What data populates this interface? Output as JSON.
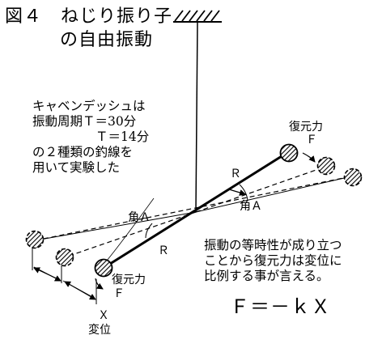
{
  "figure": {
    "title_line1": "図４　ねじり振り子",
    "title_line2": "の自由振動"
  },
  "note": {
    "line1": "キャベンデッシュは",
    "line2": "振動周期Ｔ＝30分",
    "line3": "Ｔ＝14分",
    "line4": "の２種類の釣線を",
    "line5": "用いて実験した"
  },
  "labels": {
    "restoring_force_top": "復元力",
    "force_top": "Ｆ",
    "radius_top": "Ｒ",
    "angle_right": "角Ａ",
    "angle_left": "角Ａ",
    "radius_bottom": "Ｒ",
    "restoring_force_bottom": "復元力",
    "force_bottom": "Ｆ",
    "x_label": "Ｘ",
    "displacement": "変位"
  },
  "explanation": {
    "line1": "振動の等時性が成り立つ",
    "line2": "ことから復元力は変位に",
    "line3": "比例する事が言える。"
  },
  "formula": "Ｆ＝－ｋＸ"
}
